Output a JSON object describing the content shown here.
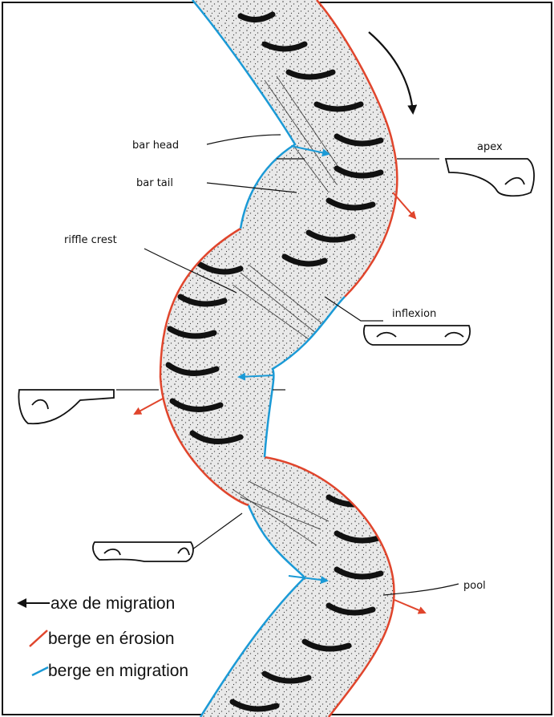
{
  "labels": {
    "bar_head": "bar head",
    "bar_tail": "bar tail",
    "riffle_crest": "riffle crest",
    "apex": "apex",
    "inflexion": "inflexion",
    "pool": "pool"
  },
  "legend": {
    "migration_axis": "axe de migration",
    "eroding_bank": "berge en érosion",
    "migrating_bank": "berge en migration"
  },
  "colors": {
    "eroding_bank": "#e0452c",
    "migrating_bank": "#1b9ad6",
    "migration_axis": "#111111",
    "channel_fill": "#dedede",
    "ink": "#111111"
  }
}
